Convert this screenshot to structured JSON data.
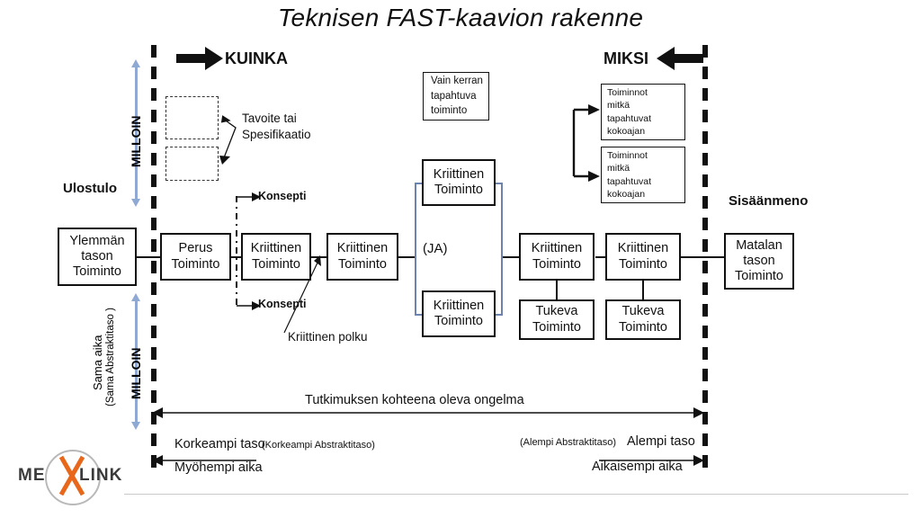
{
  "title": "Teknisen FAST-kaavion rakenne",
  "direction_labels": {
    "how": "KUINKA",
    "why": "MIKSI"
  },
  "boundary_labels": {
    "output": "Ulostulo",
    "input": "Sisäänmeno"
  },
  "axis_labels": {
    "when_top": "MILLOIN",
    "when_bottom": "MILLOIN",
    "same_time": "Sama aika",
    "same_time_sub": "(Sama Abstraktitaso )"
  },
  "annotations": {
    "goal_spec": [
      "Tavoite tai",
      "Spesifikaatio"
    ],
    "concept_top": "Konsepti",
    "concept_bottom": "Konsepti",
    "critical_path": "Kriittinen polku",
    "and_gate": "(JA)",
    "once_box": [
      "Vain kerran",
      "tapahtuva",
      "toiminto"
    ],
    "always_box_1": [
      "Toiminnot",
      "mitkä",
      "tapahtuvat",
      "kokoajan"
    ],
    "always_box_2": [
      "Toiminnot",
      "mitkä",
      "tapahtuvat",
      "kokoajan"
    ]
  },
  "boxes": {
    "higher_level": [
      "Ylemmän",
      "tason",
      "Toiminto"
    ],
    "basic": [
      "Perus",
      "Toiminto"
    ],
    "critical_1": [
      "Kriittinen",
      "Toiminto"
    ],
    "critical_2": [
      "Kriittinen",
      "Toiminto"
    ],
    "critical_top": [
      "Kriittinen",
      "Toiminto"
    ],
    "critical_bottom": [
      "Kriittinen",
      "Toiminto"
    ],
    "critical_3": [
      "Kriittinen",
      "Toiminto"
    ],
    "critical_4": [
      "Kriittinen",
      "Toiminto"
    ],
    "support_1": [
      "Tukeva",
      "Toiminto"
    ],
    "support_2": [
      "Tukeva",
      "Toiminto"
    ],
    "lower_level": [
      "Matalan",
      "tason",
      "Toiminto"
    ]
  },
  "scale_labels": {
    "scope": "Tutkimuksen kohteena oleva ongelma",
    "higher_level": "Korkeampi taso",
    "higher_level_sub": "(Korkeampi  Abstraktitaso)",
    "later_time": "Myöhempi aika",
    "lower_level": "Alempi taso",
    "lower_level_sub": "(Alempi Abstraktitaso)",
    "earlier_time": "Aikaisempi aika"
  },
  "logo": {
    "left": "ME",
    "right": "LINK"
  },
  "colors": {
    "ink": "#111111",
    "bracket_blue": "#6d83ab",
    "arrow_blue": "#8fa9d4",
    "logo_orange": "#e8671a",
    "logo_gray": "#3a3a3a"
  }
}
